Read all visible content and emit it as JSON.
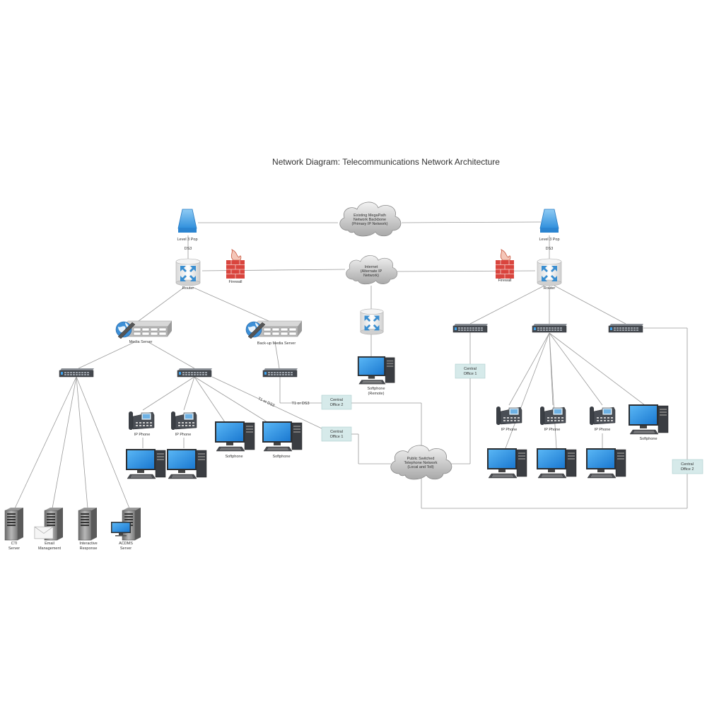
{
  "title": "Network Diagram: Telecommunications Network Architecture",
  "clouds": {
    "backbone": [
      "Existing MegaPath",
      "Network Backbone",
      "(Primary IP Network)"
    ],
    "internet": [
      "Internet",
      "(Alternate IP",
      "Network)"
    ],
    "pstn": [
      "Public Switched",
      "Telephone Network",
      "(Local and Toll)"
    ]
  },
  "left": {
    "pop": "Level 3 Pop",
    "ds3": "DS3",
    "router": "Router",
    "firewall": "Firewall",
    "media_server": "Media Server",
    "backup_server": "Back-up Media Server",
    "t1_label_1": "T1 or DS3",
    "t1_label_2": "T1 or DS3",
    "co2": [
      "Central",
      "Office 2"
    ],
    "co1": [
      "Central",
      "Office 1"
    ],
    "ip_phone_1": "IP Phone",
    "ip_phone_2": "IP Phone",
    "softphone_1": "Softphone",
    "softphone_2": "Softphone",
    "cti": [
      "CTI",
      "Server"
    ],
    "email": [
      "Email",
      "Management"
    ],
    "ivr": [
      "Interactive",
      "Response"
    ],
    "acdms": [
      "ACDMS",
      "Server"
    ]
  },
  "center": {
    "remote_softphone": [
      "Softphone",
      "(Remote)"
    ]
  },
  "right": {
    "pop": "Level 3 Pop",
    "ds3": "DS3",
    "router": "Router",
    "firewall": "Firewall",
    "co1": [
      "Central",
      "Office 1"
    ],
    "co2": [
      "Central",
      "Office 2"
    ],
    "ip_phone_1": "IP Phone",
    "ip_phone_2": "IP Phone",
    "ip_phone_3": "IP Phone",
    "softphone": "Softphone"
  },
  "colors": {
    "line": "#9a9a9a",
    "office_fill": "#d6eaea",
    "office_stroke": "#aacccc",
    "monitor_blue": "#1e90e8",
    "pop_blue": "#4aa8ea",
    "router_arrow": "#3a8ed0",
    "firewall_red": "#d9453e",
    "cloud_gray": "#c8c8c8"
  }
}
